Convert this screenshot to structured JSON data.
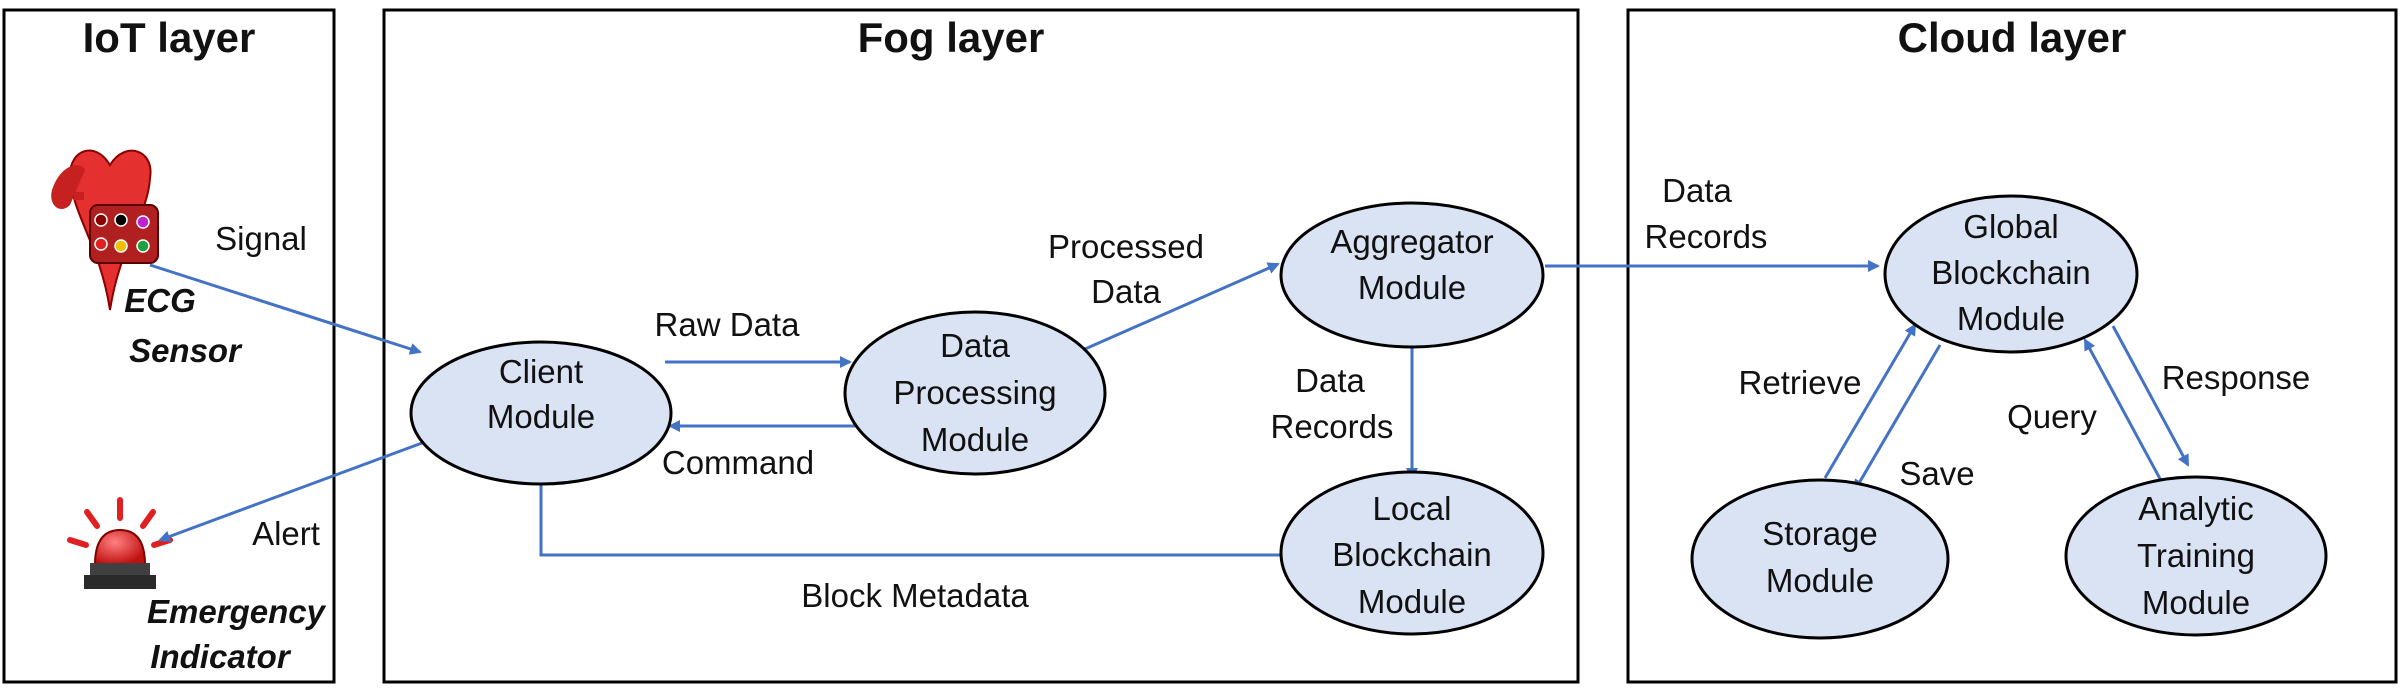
{
  "layers": {
    "iot": {
      "title": "IoT layer"
    },
    "fog": {
      "title": "Fog layer"
    },
    "cloud": {
      "title": "Cloud layer"
    }
  },
  "nodes": {
    "client": {
      "line1": "Client",
      "line2": "Module"
    },
    "data_processing": {
      "line1": "Data",
      "line2": "Processing",
      "line3": "Module"
    },
    "aggregator": {
      "line1": "Aggregator",
      "line2": "Module"
    },
    "local_blockchain": {
      "line1": "Local",
      "line2": "Blockchain",
      "line3": "Module"
    },
    "global_blockchain": {
      "line1": "Global",
      "line2": "Blockchain",
      "line3": "Module"
    },
    "storage": {
      "line1": "Storage",
      "line2": "Module"
    },
    "analytic": {
      "line1": "Analytic",
      "line2": "Training",
      "line3": "Module"
    }
  },
  "devices": {
    "ecg": {
      "line1": "ECG",
      "line2": "Sensor",
      "icon": "heart-ecg-icon"
    },
    "emergency": {
      "line1": "Emergency",
      "line2": "Indicator",
      "icon": "siren-icon"
    }
  },
  "edges": {
    "signal": "Signal",
    "alert": "Alert",
    "raw_data": "Raw Data",
    "command": "Command",
    "processed_data": {
      "line1": "Processed",
      "line2": "Data"
    },
    "data_records_local": {
      "line1": "Data",
      "line2": "Records"
    },
    "block_metadata": "Block Metadata",
    "data_records_global": {
      "line1": "Data",
      "line2": "Records"
    },
    "retrieve": "Retrieve",
    "save": "Save",
    "query": "Query",
    "response": "Response"
  },
  "colors": {
    "arrow": "#4472C4",
    "node_fill": "#DAE3F3",
    "node_stroke": "#000000",
    "heart": "#E53030",
    "siren": "#E02020"
  }
}
